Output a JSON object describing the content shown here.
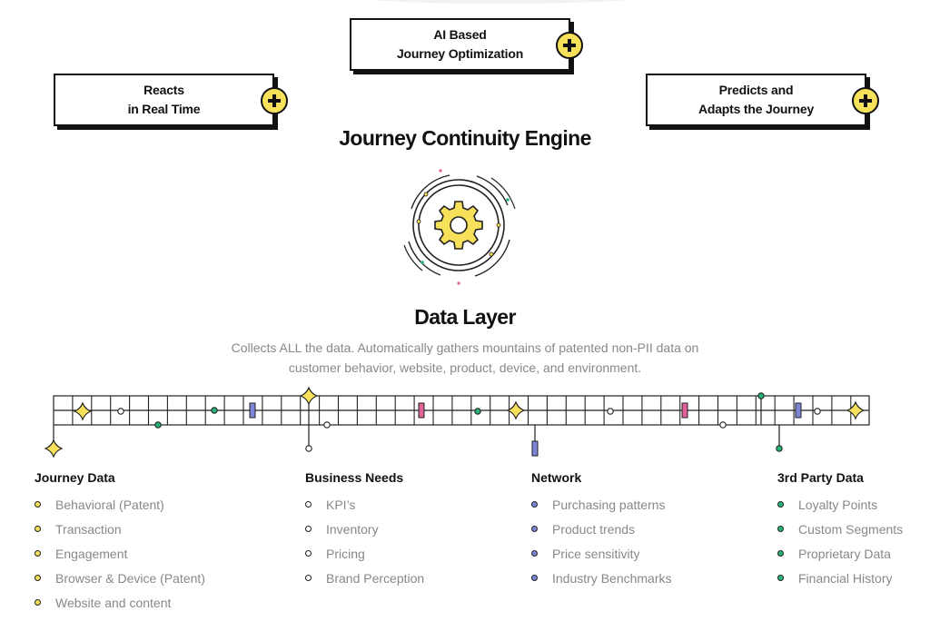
{
  "cards": {
    "ai": {
      "line1": "AI Based",
      "line2": "Journey Optimization"
    },
    "reacts": {
      "line1": "Reacts",
      "line2": "in Real Time"
    },
    "predicts": {
      "line1": "Predicts and",
      "line2": "Adapts the Journey"
    }
  },
  "engine": {
    "title": "Journey Continuity Engine",
    "icon": "gear-icon"
  },
  "data_layer": {
    "title": "Data Layer",
    "description_line1": "Collects ALL the data. Automatically gathers mountains of patented non-PII data on",
    "description_line2": "customer behavior, website, product, device, and environment."
  },
  "colors": {
    "yellow": "#f7e05a",
    "blue": "#7c86d6",
    "green": "#27b37a",
    "pink": "#e0609a",
    "text_gray": "#888888"
  },
  "columns": [
    {
      "title": "Journey Data",
      "dot_color": "#f7e05a",
      "items": [
        "Behavioral (Patent)",
        "Transaction",
        "Engagement",
        "Browser & Device (Patent)",
        "Website and content"
      ]
    },
    {
      "title": "Business Needs",
      "dot_color": "#ffffff",
      "items": [
        "KPI’s",
        "Inventory",
        "Pricing",
        "Brand Perception"
      ]
    },
    {
      "title": "Network",
      "dot_color": "#7c86d6",
      "items": [
        "Purchasing patterns",
        "Product trends",
        "Price sensitivity",
        "Industry Benchmarks"
      ]
    },
    {
      "title": "3rd Party Data",
      "dot_color": "#27b37a",
      "items": [
        "Loyalty Points",
        "Custom Segments",
        "Proprietary Data",
        "Financial History"
      ]
    }
  ]
}
